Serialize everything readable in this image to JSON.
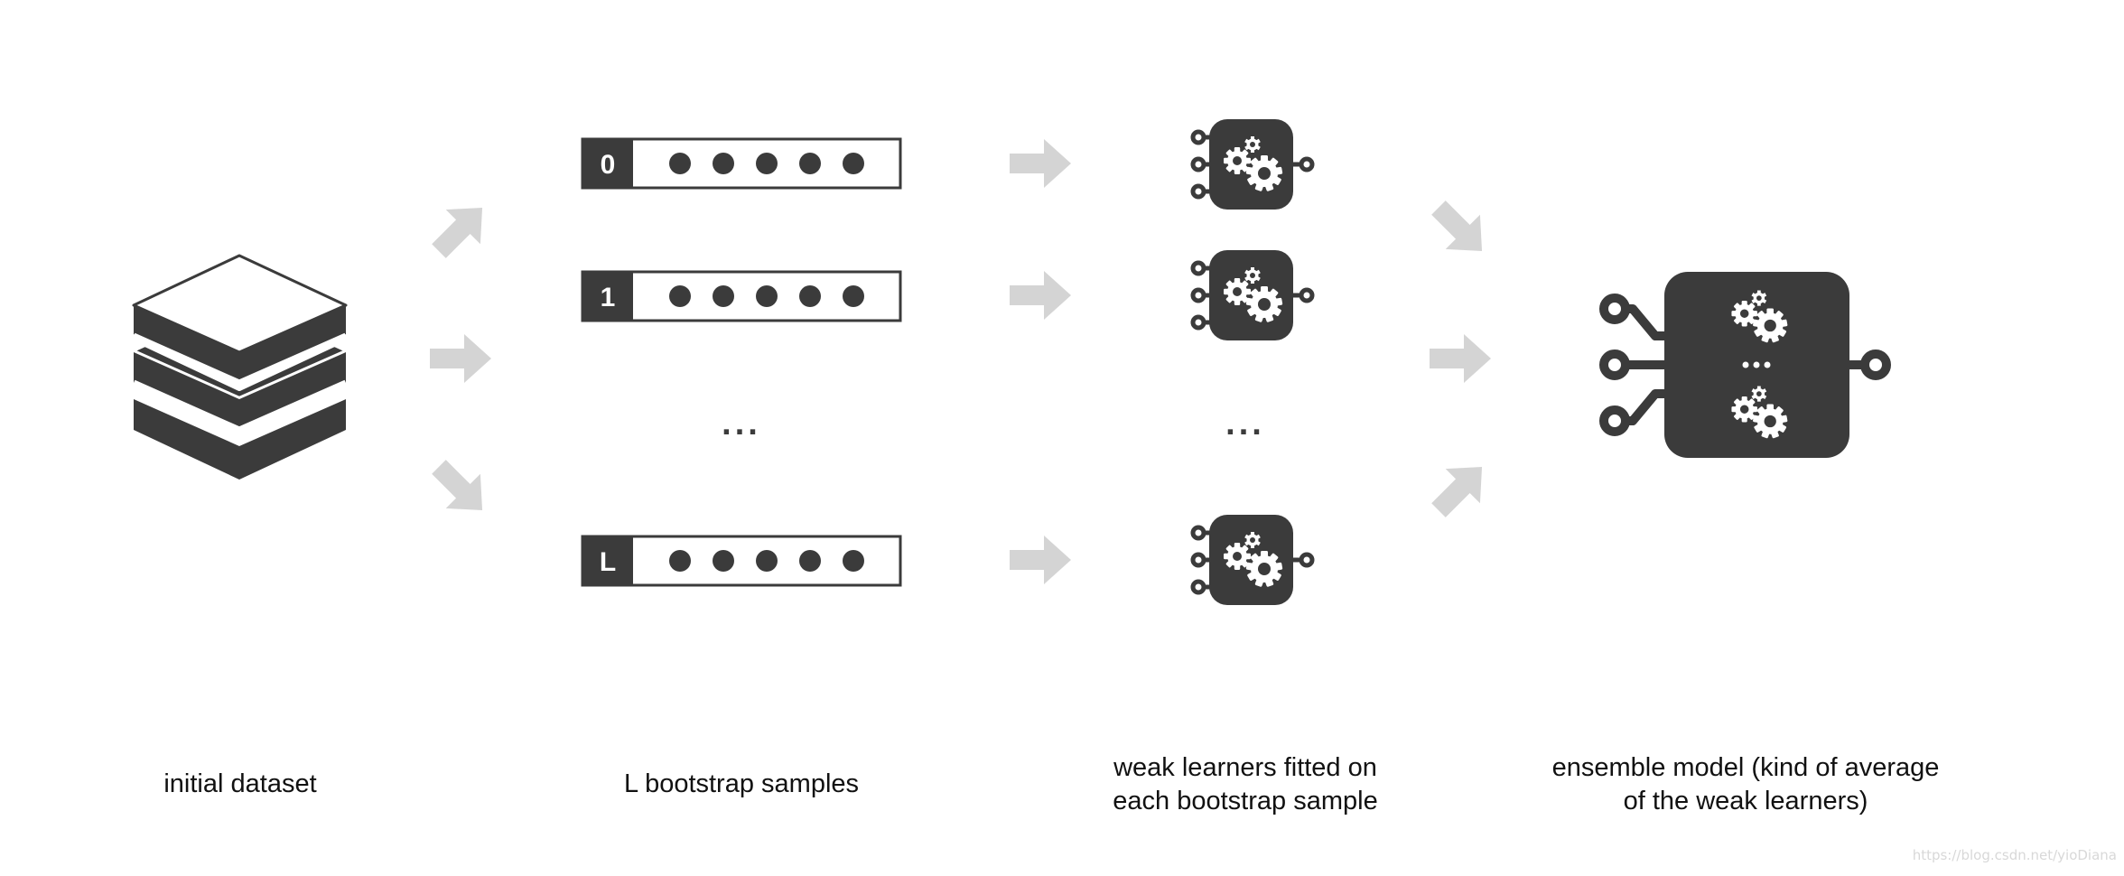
{
  "colors": {
    "dark": "#3b3b3b",
    "arrow": "#d4d4d4",
    "white": "#ffffff",
    "text": "#111111"
  },
  "samples": [
    "0",
    "1",
    "L"
  ],
  "ellipsis": "...",
  "captions": {
    "initial_dataset": [
      "initial dataset"
    ],
    "bootstrap_samples": [
      "L bootstrap samples"
    ],
    "weak_learners": [
      "weak learners fitted on",
      "each bootstrap sample"
    ],
    "ensemble_model": [
      "ensemble model (kind of average",
      "of the weak learners)"
    ]
  },
  "watermark": "https://blog.csdn.net/yioDiana"
}
